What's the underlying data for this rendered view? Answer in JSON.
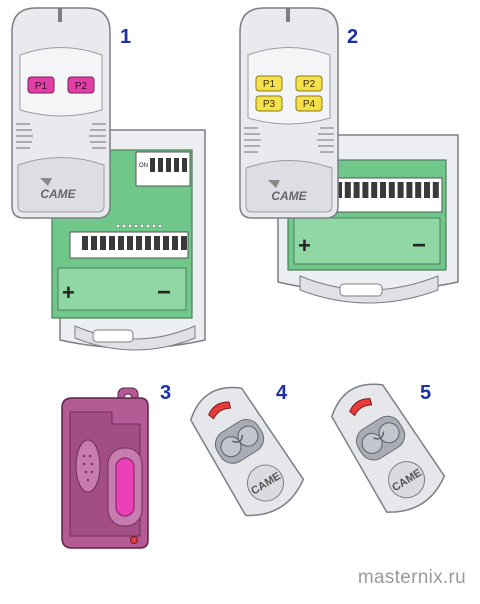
{
  "labels": {
    "n1": "1",
    "n2": "2",
    "n3": "3",
    "n4": "4",
    "n5": "5"
  },
  "remote1": {
    "buttons": [
      "P1",
      "P2"
    ],
    "brand": "CAME",
    "dip_label": "ON",
    "button_color": "#e23fa6"
  },
  "remote2": {
    "buttons": [
      "P1",
      "P2",
      "P3",
      "P4"
    ],
    "brand": "CAME",
    "button_color": "#f6e14a"
  },
  "remote4": {
    "brand": "CAME"
  },
  "remote5": {
    "brand": "CAME"
  },
  "watermark": "masternix.ru",
  "colors": {
    "board": "#6fc88a",
    "shell": "#e9eaee",
    "outline": "#7c7f86",
    "pink_remote": "#b45a95",
    "red_led": "#e83b3b"
  }
}
